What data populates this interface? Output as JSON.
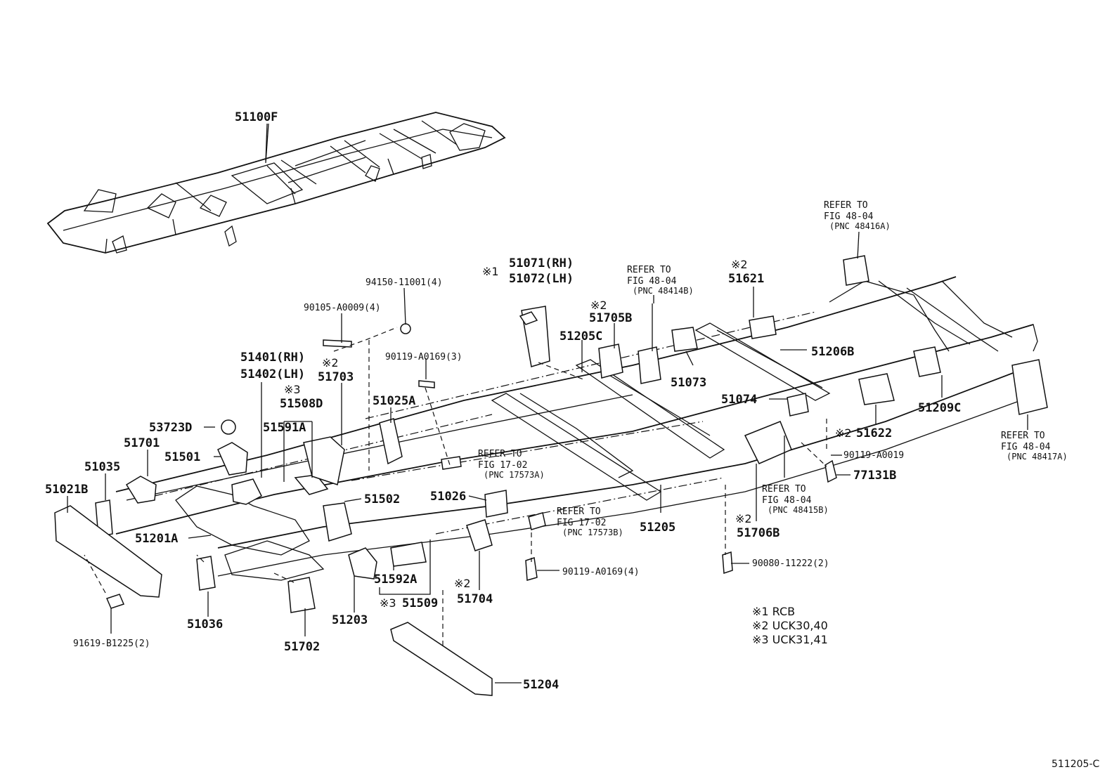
{
  "figure_code": "511205-C",
  "labels": {
    "l51100F": "51100F",
    "l94150": "94150-11001(4)",
    "l90105": "90105-A0009(4)",
    "l51401": "51401(RH)",
    "l51402": "51402(LH)",
    "s2_51703": "※2",
    "l51703": "51703",
    "s3_51508D": "※3",
    "l51508D": "51508D",
    "l53723D": "53723D",
    "l51591A": "51591A",
    "l51701": "51701",
    "l51501": "51501",
    "l51035": "51035",
    "l51021B": "51021B",
    "l51201A": "51201A",
    "l51502": "51502",
    "l51036": "51036",
    "l51702": "51702",
    "l51203": "51203",
    "l51592A": "51592A",
    "s3_51509": "※3",
    "l51509": "51509",
    "l91619": "91619-B1225(2)",
    "l51204": "51204",
    "l90119_3": "90119-A0169(3)",
    "l51025A": "51025A",
    "l51026": "51026",
    "s2_51704": "※2",
    "l51704": "51704",
    "s1_51071": "※1",
    "l51071": "51071(RH)",
    "l51072": "51072(LH)",
    "s2_51705B": "※2",
    "l51705B": "51705B",
    "l51205C": "51205C",
    "l51205": "51205",
    "l90119_4": "90119-A0169(4)",
    "l51073": "51073",
    "s2_51621": "※2",
    "l51621": "51621",
    "l51206B": "51206B",
    "l51074": "51074",
    "s2_51706B": "※2",
    "l51706B": "51706B",
    "l90080": "90080-11222(2)",
    "s2_51622": "※2",
    "l51622": "51622",
    "l90119_0019": "90119-A0019",
    "l77131B": "77131B",
    "l51209C": "51209C"
  },
  "refs": {
    "r1": {
      "line1": "REFER TO",
      "line2": "FIG 17-02",
      "line3": "(PNC 17573A)"
    },
    "r2": {
      "line1": "REFER TO",
      "line2": "FIG 17-02",
      "line3": "(PNC 17573B)"
    },
    "r3": {
      "line1": "REFER TO",
      "line2": "FIG 48-04",
      "line3": "(PNC 48414B)"
    },
    "r4": {
      "line1": "REFER TO",
      "line2": "FIG 48-04",
      "line3": "(PNC 48416A)"
    },
    "r5": {
      "line1": "REFER TO",
      "line2": "FIG 48-04",
      "line3": "(PNC 48417A)"
    },
    "r6": {
      "line1": "REFER TO",
      "line2": "FIG 48-04",
      "line3": "(PNC 48415B)"
    }
  },
  "notes": [
    "※1 RCB",
    "※2 UCK30,40",
    "※3 UCK31,41"
  ]
}
